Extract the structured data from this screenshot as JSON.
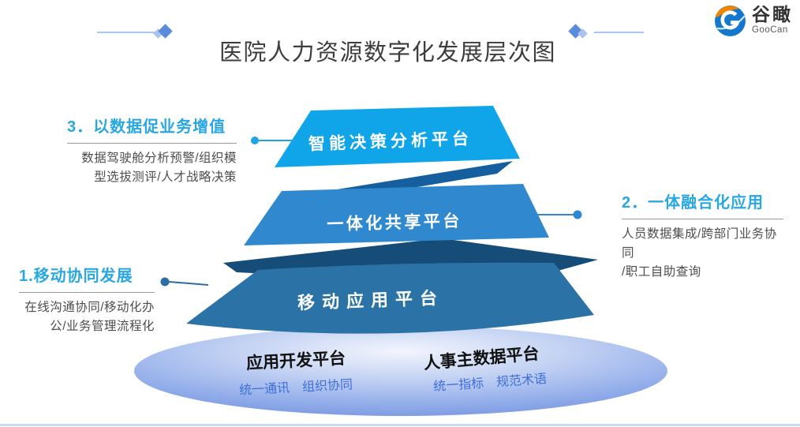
{
  "title": "医院人力资源数字化发展层次图",
  "logo": {
    "name": "谷瞰",
    "latin": "GooCan"
  },
  "annotations": {
    "a3": {
      "heading": "3．以数据促业务增值",
      "body": "数据驾驶舱分析预警/组织模\n型选拔测评/人才战略决策"
    },
    "a2": {
      "heading": "2．一体融合化应用",
      "body": "人员数据集成/跨部门业务协同\n/职工自助查询"
    },
    "a1": {
      "heading": "1.移动协同发展",
      "body": "在线沟通协同/移动化办\n公/业务管理流程化"
    }
  },
  "pyramid": {
    "layers": [
      {
        "label": "智能决策分析平台",
        "color": "#10A4E8"
      },
      {
        "label": "一体化共享平台",
        "color": "#3089CE"
      },
      {
        "label": "移动应用平台",
        "color": "#2B73A6"
      }
    ]
  },
  "base": {
    "platforms": [
      {
        "title": "应用开发平台",
        "features": [
          "统一通讯",
          "组织协同"
        ]
      },
      {
        "title": "人事主数据平台",
        "features": [
          "统一指标",
          "规范术语"
        ]
      }
    ]
  },
  "colors": {
    "heading_accent": "#29A7E2",
    "fold_mid": "#155F9E",
    "fold_dark": "#164C78",
    "diamond_dark": "#5B8CDB",
    "diamond_light": "#ABC4EE",
    "base_text_blue": "#3E6FD6",
    "connector_top": "#1CA5E7",
    "connector_middle": "#2F86D2",
    "connector_bottom": "#2C6DA5"
  }
}
